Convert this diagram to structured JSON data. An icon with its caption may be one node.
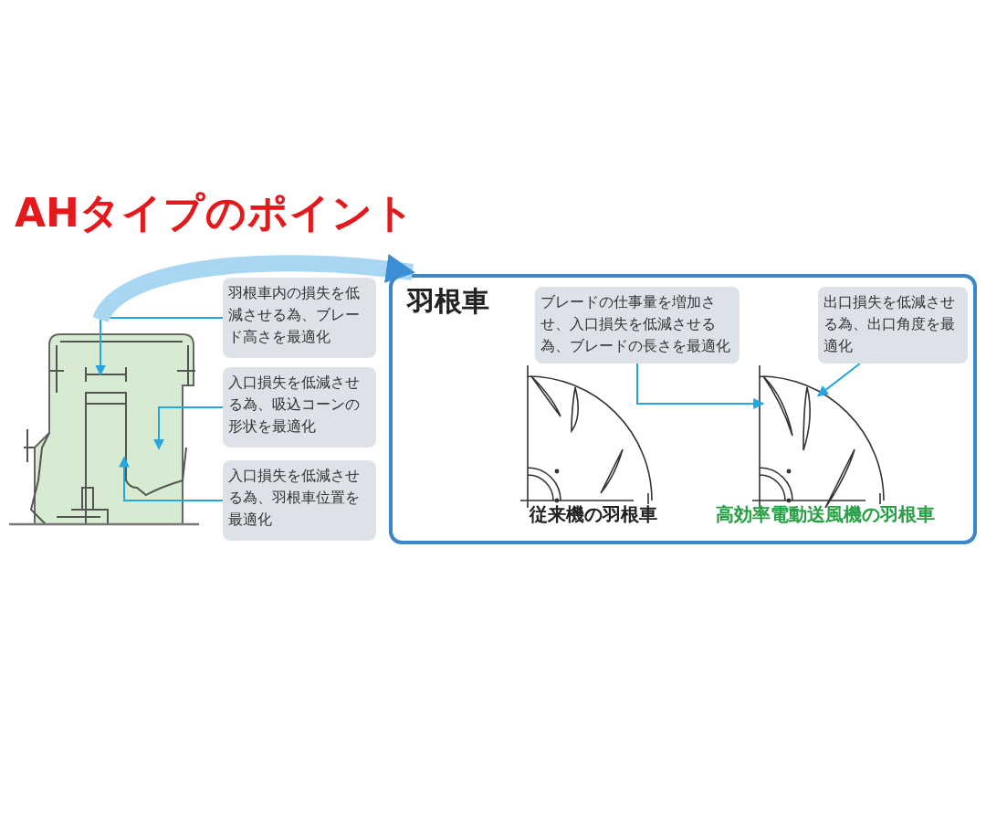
{
  "diagram": {
    "title": "AHタイプのポイント",
    "nodes": [
      {
        "text": [
          "羽根車内の損失を低減させる為、ブレード高さを最適化"
        ]
      },
      {
        "text": [
          "入口損失を低減させる為、吸込コーンの形状を最適化"
        ]
      },
      {
        "text": [
          "入口損失を低減させる為、羽根車位置を最適化"
        ]
      },
      {
        "text": [],
        "shape": "picture"
      },
      {
        "text": [
          "羽根車"
        ]
      },
      {
        "text": [
          "ブレードの仕事量を増加させ、入口損失を低減させる為、ブレードの長さを最適化"
        ],
        "in": 4
      },
      {
        "text": [
          "出口損失を低減させる為、出口角度を最適化"
        ],
        "in": 4
      },
      {
        "text": [],
        "shape": "picture",
        "in": 4,
        "beside": [
          "従来機の羽根車"
        ]
      },
      {
        "text": [],
        "shape": "picture",
        "in": 4,
        "beside": [
          "高効率電動送風機の羽根車"
        ]
      }
    ],
    "edges": [
      {
        "from": 0,
        "to": 3,
        "arrow": "to"
      },
      {
        "from": 1,
        "to": 3,
        "arrow": "to"
      },
      {
        "from": 2,
        "to": 3,
        "arrow": "to"
      },
      {
        "from": 3,
        "to": 4,
        "arrow": "to",
        "style": "thick",
        "color": "#a9d6f2"
      },
      {
        "from": 5,
        "to": 8,
        "arrow": "to"
      },
      {
        "from": 6,
        "to": 8,
        "arrow": "to"
      }
    ]
  }
}
